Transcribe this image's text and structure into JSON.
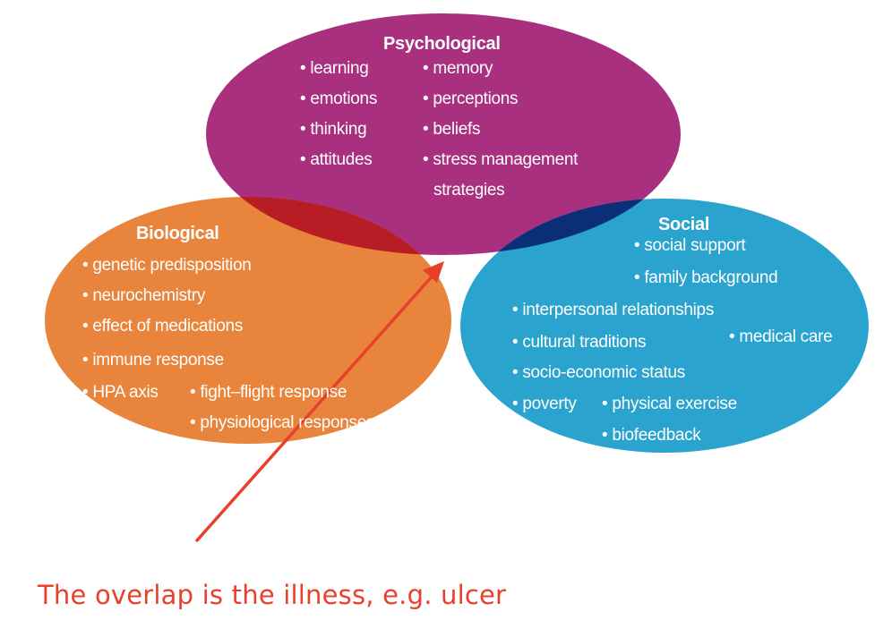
{
  "diagram": {
    "psychological": {
      "title": "Psychological",
      "items_left": [
        "• learning",
        "• emotions",
        "• thinking",
        "• attitudes"
      ],
      "items_right": [
        "• memory",
        "• perceptions",
        "• beliefs",
        "• stress management",
        "strategies"
      ],
      "color": "#a9307e"
    },
    "biological": {
      "title": "Biological",
      "items": [
        "• genetic predisposition",
        "• neurochemistry",
        "• effect of medications",
        "• immune response",
        "• HPA axis",
        "• fight–flight response",
        "• physiological responses"
      ],
      "color": "#e8843c"
    },
    "social": {
      "title": "Social",
      "items": [
        "• social support",
        "• family background",
        "• interpersonal relationships",
        "• cultural traditions",
        "• medical care",
        "• socio-economic status",
        "• poverty",
        "• physical exercise",
        "• biofeedback"
      ],
      "color": "#2aa3cf"
    },
    "overlap_colors": {
      "psych_bio": "#b81c25",
      "psych_social": "#0a2f78",
      "bio_social": "#2a5b2a",
      "center": "#ffffff"
    }
  },
  "annotation": {
    "text": "The overlap is the illness, e.g. ulcer",
    "color": "#e8402c"
  }
}
